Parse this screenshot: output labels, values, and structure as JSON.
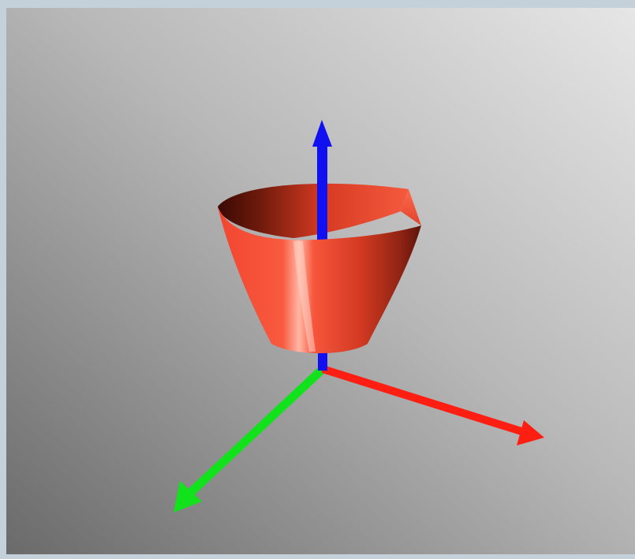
{
  "scene": {
    "background": {
      "frame_color": "#c5d1da",
      "gradient_dark": "#6a6a6a",
      "gradient_light": "#e6e6e6"
    },
    "surface": {
      "shape": "paraboloid",
      "color": "#f2452f",
      "shadow_color": "#4a0d06",
      "highlight_color": "#ffb7a5"
    },
    "axes": [
      {
        "name": "x-axis",
        "color": "#ff1e12",
        "direction": "right-down"
      },
      {
        "name": "y-axis",
        "color": "#11e21b",
        "direction": "left-down"
      },
      {
        "name": "z-axis",
        "color": "#1010f0",
        "direction": "up"
      }
    ]
  }
}
